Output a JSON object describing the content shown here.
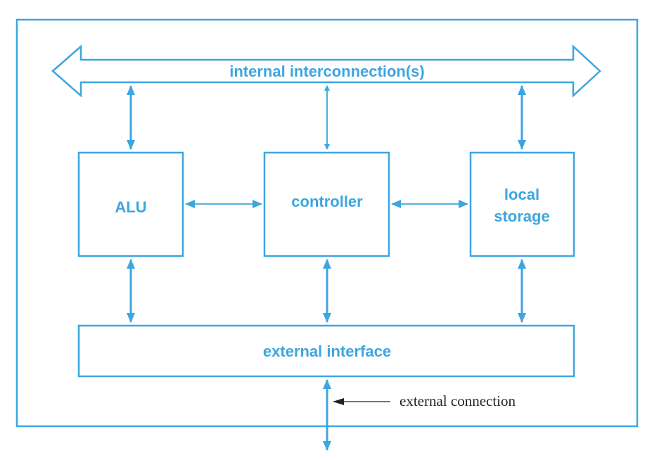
{
  "colors": {
    "accent": "#3da5e0",
    "annotation": "#222222",
    "background": "#ffffff"
  },
  "bus": {
    "label": "internal interconnection(s)"
  },
  "blocks": {
    "alu": {
      "label": "ALU"
    },
    "controller": {
      "label": "controller"
    },
    "local_storage": {
      "label_line1": "local",
      "label_line2": "storage"
    },
    "external_interface": {
      "label": "external interface"
    }
  },
  "annotation": {
    "label": "external connection"
  }
}
